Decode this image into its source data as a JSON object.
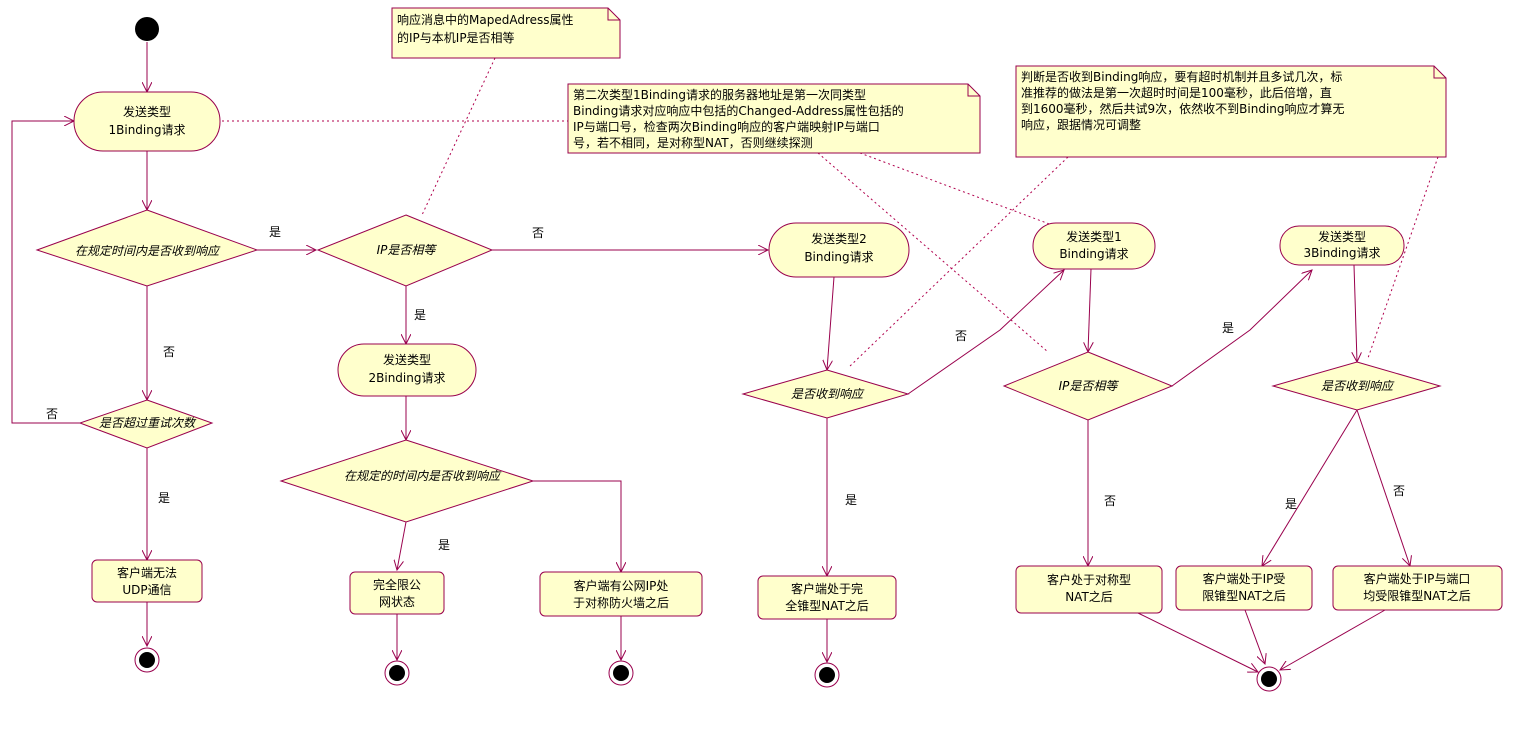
{
  "colors": {
    "fill": "#ffffcc",
    "stroke": "#99004d",
    "dark": "#000000",
    "note_line": "#b0004d"
  },
  "notes": {
    "n1": [
      "响应消息中的MapedAdress属性",
      "的IP与本机IP是否相等"
    ],
    "n2": [
      "第二次类型1Binding请求的服务器地址是第一次同类型",
      "Binding请求对应响应中包括的Changed-Address属性包括的",
      "IP与端口号，检查两次Binding响应的客户端映射IP与端口",
      "号，若不相同，是对称型NAT，否则继续探测"
    ],
    "n3": [
      "判断是否收到Binding响应，要有超时机制并且多试几次，标",
      "准推荐的做法是第一次超时时间是100毫秒，此后倍增，直",
      "到1600毫秒，然后共试9次，依然收不到Binding响应才算无",
      "响应，跟据情况可调整"
    ]
  },
  "actions": {
    "a1": [
      "发送类型",
      "1Binding请求"
    ],
    "a2": [
      "发送类型",
      "2Binding请求"
    ],
    "a3": [
      "发送类型2",
      "Binding请求"
    ],
    "a4": [
      "发送类型1",
      "Binding请求"
    ],
    "a5": [
      "发送类型",
      "3Binding请求"
    ],
    "r1": [
      "客户端无法",
      "UDP通信"
    ],
    "r2": [
      "完全限公",
      "网状态"
    ],
    "r3": [
      "客户端有公网IP处",
      "于对称防火墙之后"
    ],
    "r4": [
      "客户端处于完",
      "全锥型NAT之后"
    ],
    "r5": [
      "客户处于对称型",
      "NAT之后"
    ],
    "r6": [
      "客户端处于IP受",
      "限锥型NAT之后"
    ],
    "r7": [
      "客户端处于IP与端口",
      "均受限锥型NAT之后"
    ]
  },
  "decisions": {
    "d1": "在规定时间内是否收到响应",
    "d2": "是否超过重试次数",
    "d3": "IP是否相等",
    "d4": "在规定的时间内是否收到响应",
    "d5": "是否收到响应",
    "d6": "IP是否相等",
    "d7": "是否收到响应"
  },
  "edge_labels": {
    "yes": "是",
    "no": "否"
  }
}
